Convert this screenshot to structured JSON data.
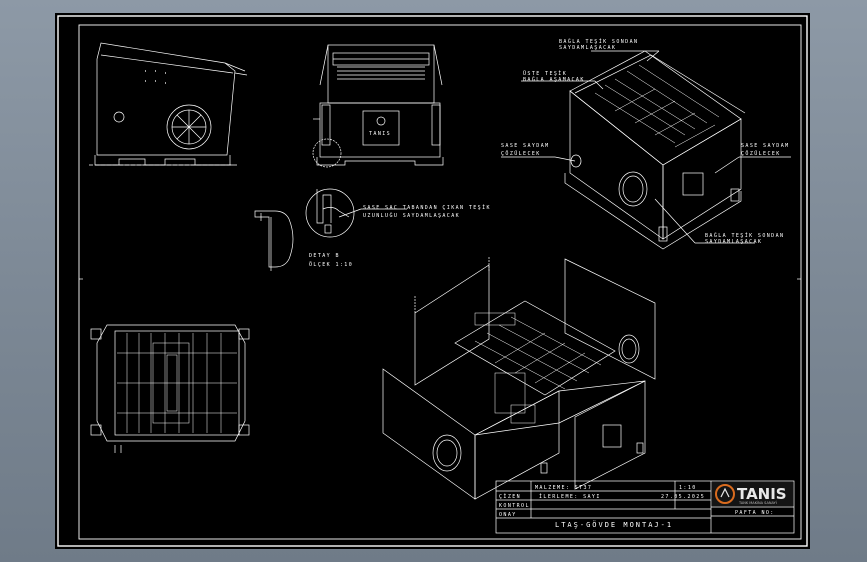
{
  "colors": {
    "frame": "#ffffff",
    "background": "#000000",
    "logo_accent": "#d96b1e"
  },
  "views": {
    "detail_title": "DETAY B",
    "detail_scale": "ÖLÇEK 1:10"
  },
  "callouts": {
    "top_center": [
      "BAĞLA TEŞİK SONDAN",
      "SAYDAMLAŞACAK"
    ],
    "top_left": [
      "ÜSTE TEŞİK",
      "BAĞLA AŞAMACAK"
    ],
    "left": [
      "SASE SAYDAM",
      "ÇÖZÜLECEK"
    ],
    "right": [
      "SASE SAYDAM",
      "ÇÖZÜLECEK"
    ],
    "bottom": [
      "BAĞLA TEŞİK SONDAN",
      "SAYDAMLAŞACAK"
    ],
    "detail": [
      "SASE SAC TABANDAN ÇIKAN TEŞİK",
      "UZUNLUĞU SAYDAMLAŞACAK"
    ]
  },
  "title_block": {
    "row1_left": "",
    "row1_mid": "MALZEME: ST37",
    "row1_right": "1:10",
    "row2_label": "ÇİZEN",
    "row2_mid": "İLERLEME: SAYI",
    "row2_date": "27.05.2025",
    "row3_label": "KONTROL",
    "row4_label": "ONAY",
    "drawing_title": "LTAŞ-GÖVDE MONTAJ-1",
    "sheet_label": "PAFTA NO:",
    "logo_text": "TANIS",
    "logo_sub": "TANK MAKİNA SANAYİ"
  }
}
